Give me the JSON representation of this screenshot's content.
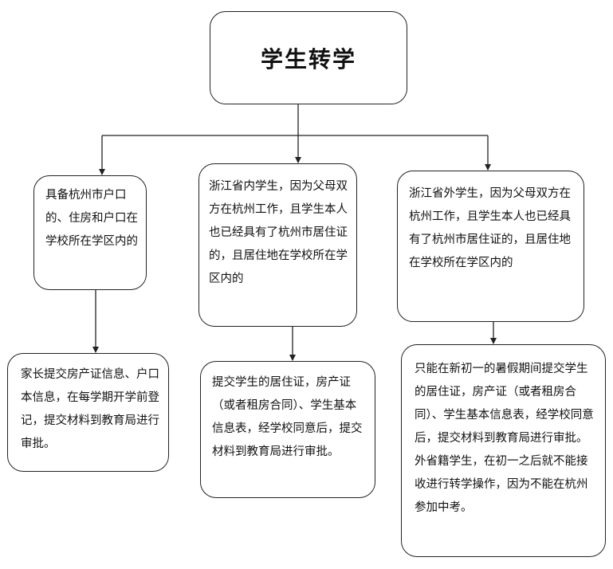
{
  "title": "学生转学",
  "branches": [
    {
      "condition": "具备杭州市户口的、住房和户口在学校所在学区内的",
      "procedure": "家长提交房产证信息、户口本信息，在每学期开学前登记，提交材料到教育局进行审批。"
    },
    {
      "condition": "浙江省内学生，因为父母双方在杭州工作，且学生本人也已经具有了杭州市居住证的，且居住地在学校所在学区内的",
      "procedure": "提交学生的居住证，房产证（或者租房合同）、学生基本信息表，经学校同意后，提交材料到教育局进行审批。"
    },
    {
      "condition": "浙江省外学生，因为父母双方在杭州工作，且学生本人也已经具有了杭州市居住证的，且居住地在学校所在学区内的",
      "procedure": "只能在新初一的暑假期间提交学生的居住证，房产证（或者租房合同）、学生基本信息表，经学校同意后，提交材料到教育局进行审批。外省籍学生，在初一之后就不能接收进行转学操作，因为不能在杭州参加中考。"
    }
  ]
}
